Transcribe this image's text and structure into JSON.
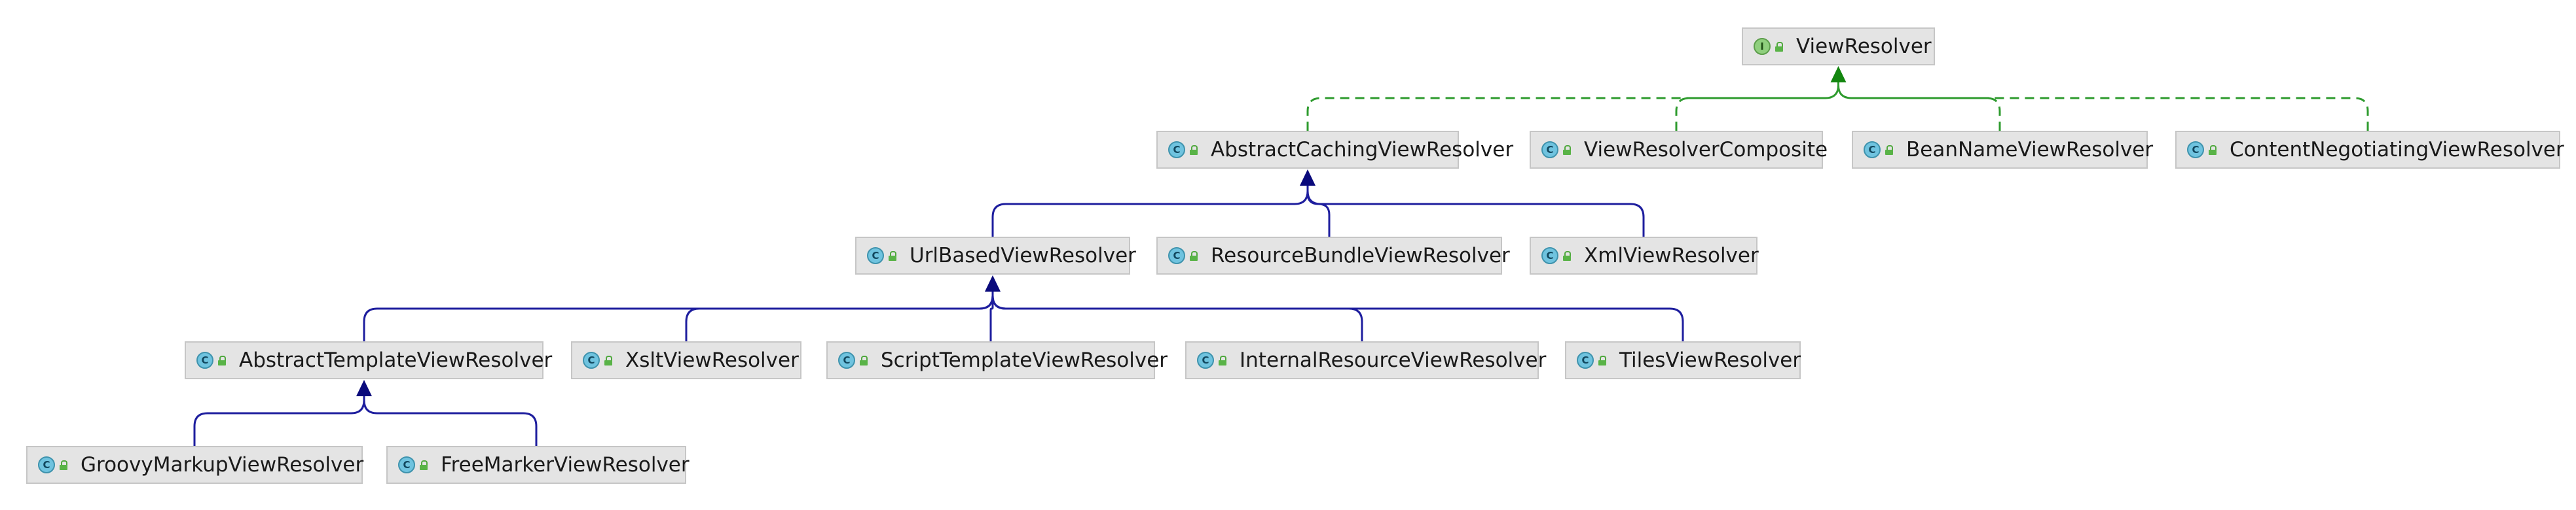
{
  "diagram": {
    "colors": {
      "implements_edge": "#2e9b2e",
      "implements_arrow": "#13860f",
      "extends_edge": "#1e1e9e",
      "extends_arrow": "#0a0a7c",
      "node_fill": "#e4e4e4",
      "node_border": "#c6c6c6"
    },
    "nodes": [
      {
        "id": "view-resolver",
        "label": "ViewResolver",
        "kind": "interface",
        "kind_glyph": "I"
      },
      {
        "id": "abstract-caching-view-resolver",
        "label": "AbstractCachingViewResolver",
        "kind": "class",
        "kind_glyph": "C"
      },
      {
        "id": "view-resolver-composite",
        "label": "ViewResolverComposite",
        "kind": "class",
        "kind_glyph": "C"
      },
      {
        "id": "bean-name-view-resolver",
        "label": "BeanNameViewResolver",
        "kind": "class",
        "kind_glyph": "C"
      },
      {
        "id": "content-negotiating-view-resolver",
        "label": "ContentNegotiatingViewResolver",
        "kind": "class",
        "kind_glyph": "C"
      },
      {
        "id": "url-based-view-resolver",
        "label": "UrlBasedViewResolver",
        "kind": "class",
        "kind_glyph": "C"
      },
      {
        "id": "resource-bundle-view-resolver",
        "label": "ResourceBundleViewResolver",
        "kind": "class",
        "kind_glyph": "C"
      },
      {
        "id": "xml-view-resolver",
        "label": "XmlViewResolver",
        "kind": "class",
        "kind_glyph": "C"
      },
      {
        "id": "abstract-template-view-resolver",
        "label": "AbstractTemplateViewResolver",
        "kind": "class",
        "kind_glyph": "C"
      },
      {
        "id": "xslt-view-resolver",
        "label": "XsltViewResolver",
        "kind": "class",
        "kind_glyph": "C"
      },
      {
        "id": "script-template-view-resolver",
        "label": "ScriptTemplateViewResolver",
        "kind": "class",
        "kind_glyph": "C"
      },
      {
        "id": "internal-resource-view-resolver",
        "label": "InternalResourceViewResolver",
        "kind": "class",
        "kind_glyph": "C"
      },
      {
        "id": "tiles-view-resolver",
        "label": "TilesViewResolver",
        "kind": "class",
        "kind_glyph": "C"
      },
      {
        "id": "groovy-markup-view-resolver",
        "label": "GroovyMarkupViewResolver",
        "kind": "class",
        "kind_glyph": "C"
      },
      {
        "id": "free-marker-view-resolver",
        "label": "FreeMarkerViewResolver",
        "kind": "class",
        "kind_glyph": "C"
      }
    ],
    "edges": [
      {
        "from": "abstract-caching-view-resolver",
        "to": "view-resolver",
        "type": "implements"
      },
      {
        "from": "view-resolver-composite",
        "to": "view-resolver",
        "type": "implements"
      },
      {
        "from": "bean-name-view-resolver",
        "to": "view-resolver",
        "type": "implements"
      },
      {
        "from": "content-negotiating-view-resolver",
        "to": "view-resolver",
        "type": "implements"
      },
      {
        "from": "url-based-view-resolver",
        "to": "abstract-caching-view-resolver",
        "type": "extends"
      },
      {
        "from": "resource-bundle-view-resolver",
        "to": "abstract-caching-view-resolver",
        "type": "extends"
      },
      {
        "from": "xml-view-resolver",
        "to": "abstract-caching-view-resolver",
        "type": "extends"
      },
      {
        "from": "abstract-template-view-resolver",
        "to": "url-based-view-resolver",
        "type": "extends"
      },
      {
        "from": "xslt-view-resolver",
        "to": "url-based-view-resolver",
        "type": "extends"
      },
      {
        "from": "script-template-view-resolver",
        "to": "url-based-view-resolver",
        "type": "extends"
      },
      {
        "from": "internal-resource-view-resolver",
        "to": "url-based-view-resolver",
        "type": "extends"
      },
      {
        "from": "tiles-view-resolver",
        "to": "url-based-view-resolver",
        "type": "extends"
      },
      {
        "from": "groovy-markup-view-resolver",
        "to": "abstract-template-view-resolver",
        "type": "extends"
      },
      {
        "from": "free-marker-view-resolver",
        "to": "abstract-template-view-resolver",
        "type": "extends"
      }
    ]
  }
}
